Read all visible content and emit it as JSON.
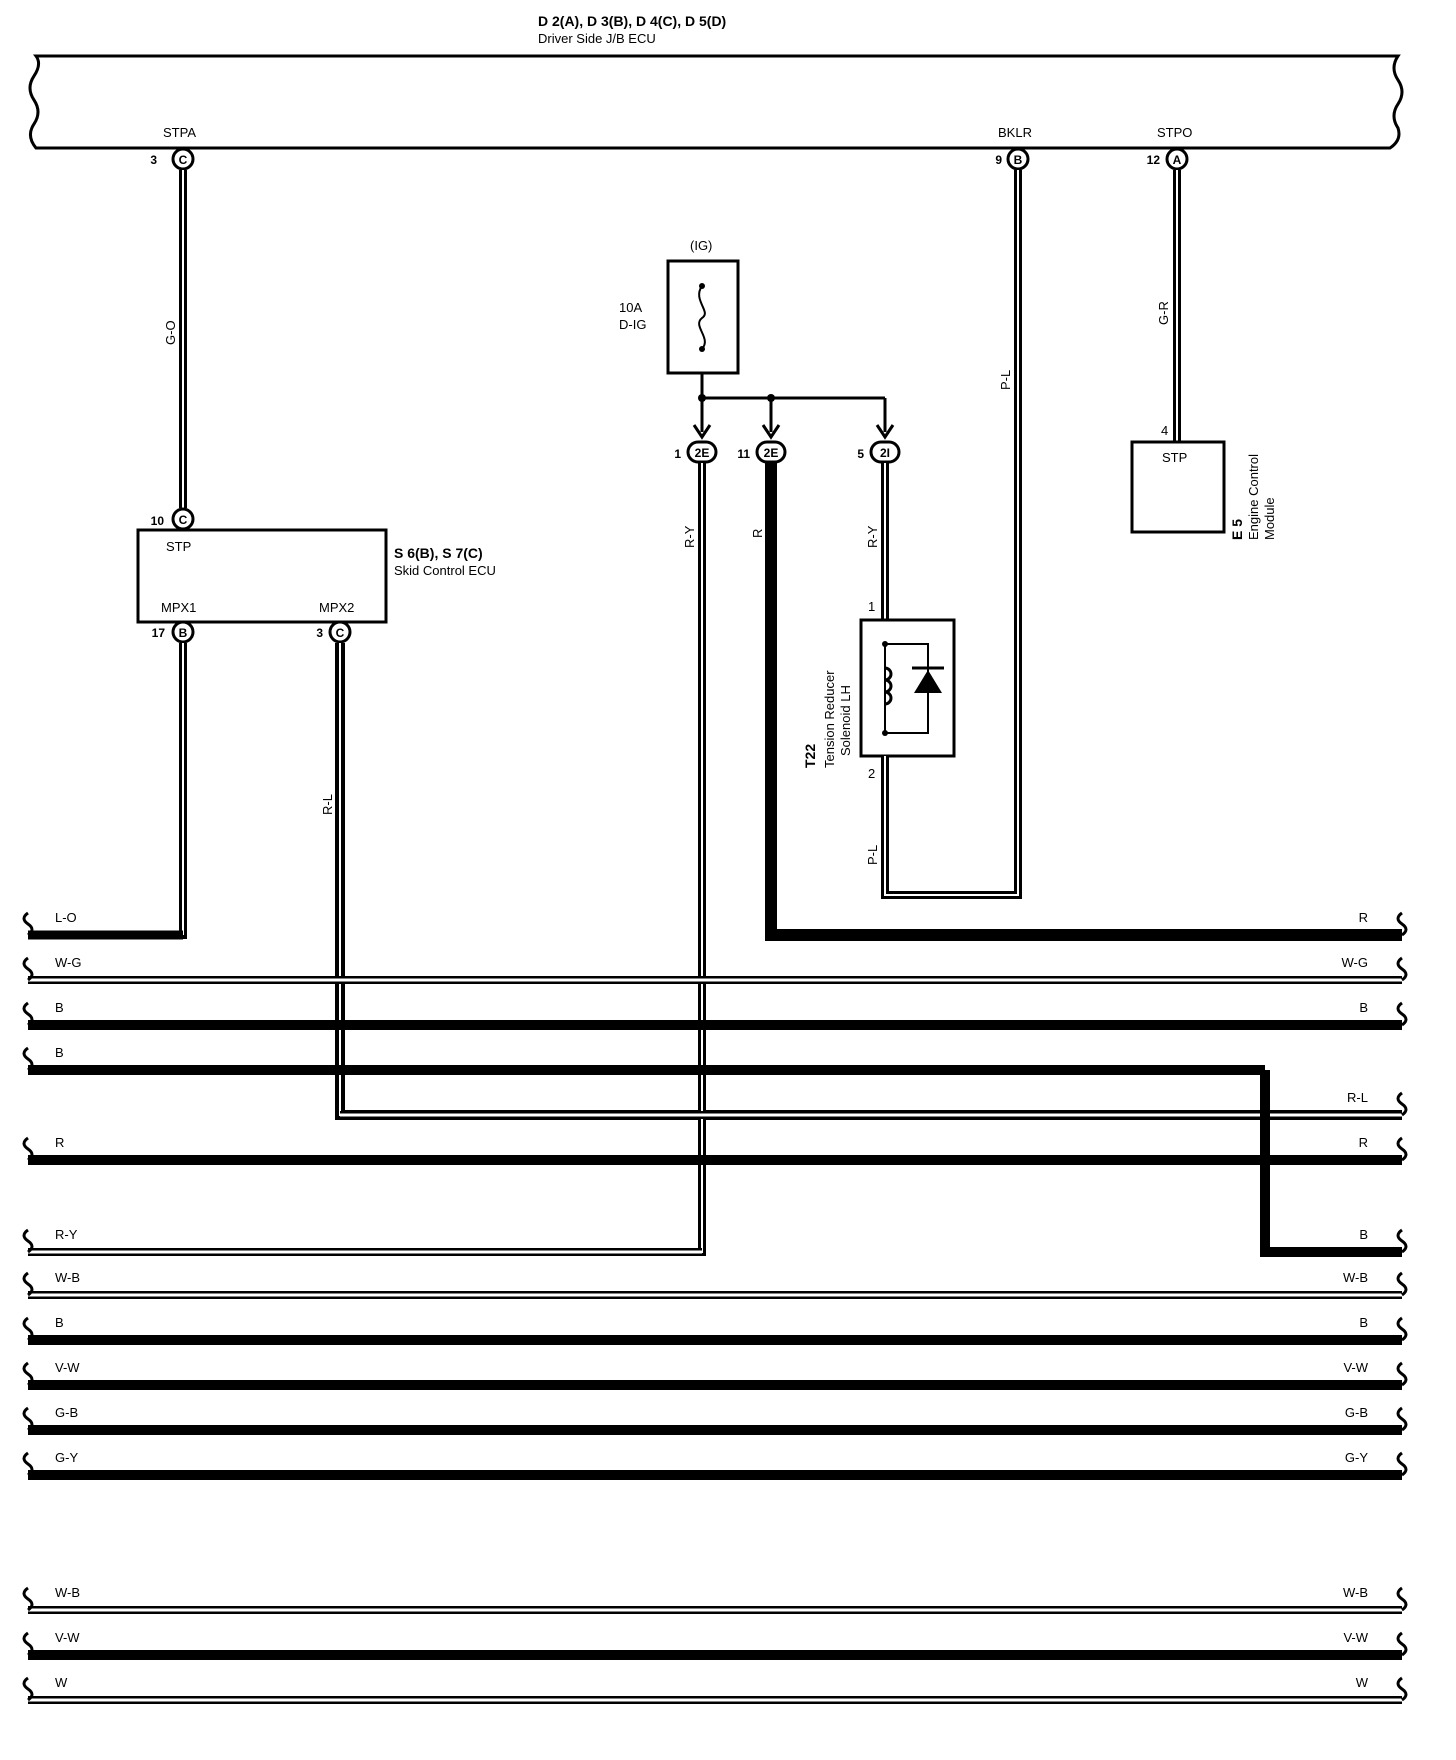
{
  "header": {
    "connectors": "D 2(A), D 3(B), D 4(C), D 5(D)",
    "name": "Driver Side J/B ECU",
    "pins": [
      {
        "label": "STPA",
        "pin": "3",
        "conn": "C"
      },
      {
        "label": "BKLR",
        "pin": "9",
        "conn": "B"
      },
      {
        "label": "STPO",
        "pin": "12",
        "conn": "A"
      }
    ]
  },
  "fuse": {
    "circuit": "(IG)",
    "rating": "10A",
    "name": "D-IG"
  },
  "junctions": [
    {
      "pin": "1",
      "conn": "2E"
    },
    {
      "pin": "11",
      "conn": "2E"
    },
    {
      "pin": "5",
      "conn": "2I"
    }
  ],
  "skid_ecu": {
    "id": "S 6(B), S 7(C)",
    "name": "Skid Control ECU",
    "stp_label": "STP",
    "stp_pin": "10",
    "stp_conn": "C",
    "mpx1_label": "MPX1",
    "mpx1_pin": "17",
    "mpx1_conn": "B",
    "mpx2_label": "MPX2",
    "mpx2_pin": "3",
    "mpx2_conn": "C"
  },
  "ecm": {
    "id": "E 5",
    "name_line1": "Engine Control",
    "name_line2": "Module",
    "pin_label": "STP",
    "pin": "4"
  },
  "solenoid": {
    "id": "T22",
    "name_line1": "Tension Reducer",
    "name_line2": "Solenoid LH",
    "pin1": "1",
    "pin2": "2"
  },
  "wire_colors": {
    "stpa": "G-O",
    "bklr": "P-L",
    "stpo": "G-R",
    "j1": "R-Y",
    "j11": "R",
    "j5": "R-Y",
    "mpx2": "R-L",
    "solenoid_out": "P-L"
  },
  "bus_lines": [
    {
      "left": "L-O",
      "right": "R"
    },
    {
      "left": "W-G",
      "right": "W-G"
    },
    {
      "left": "B",
      "right": "B"
    },
    {
      "left": "B",
      "right": ""
    },
    {
      "left": "",
      "right": "R-L"
    },
    {
      "left": "R",
      "right": "R"
    },
    {
      "left": "R-Y",
      "right": "B"
    },
    {
      "left": "W-B",
      "right": "W-B"
    },
    {
      "left": "B",
      "right": "B"
    },
    {
      "left": "V-W",
      "right": "V-W"
    },
    {
      "left": "G-B",
      "right": "G-B"
    },
    {
      "left": "G-Y",
      "right": "G-Y"
    },
    {
      "left": "W-B",
      "right": "W-B"
    },
    {
      "left": "V-W",
      "right": "V-W"
    },
    {
      "left": "W",
      "right": "W"
    }
  ]
}
